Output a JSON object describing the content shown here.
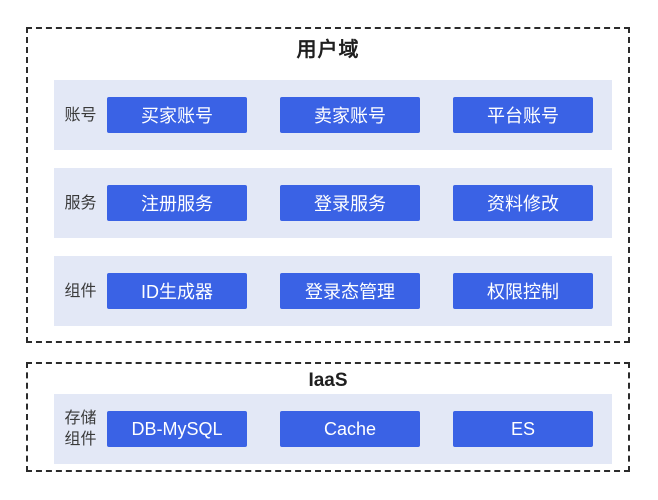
{
  "colors": {
    "page_bg": "#FFFFFF",
    "node_blue": "#3A62E5",
    "node_text": "#FFFFFF",
    "row_bg": "#E3E8F6",
    "border_dark": "#2B2B2B",
    "label_text": "#3A3A3A",
    "title_text": "#1F1F1F"
  },
  "user_domain": {
    "title": "用户域",
    "rows": [
      {
        "label": "账号",
        "items": [
          "买家账号",
          "卖家账号",
          "平台账号"
        ]
      },
      {
        "label": "服务",
        "items": [
          "注册服务",
          "登录服务",
          "资料修改"
        ]
      },
      {
        "label": "组件",
        "items": [
          "ID生成器",
          "登录态管理",
          "权限控制"
        ]
      }
    ]
  },
  "iaas_domain": {
    "title": "IaaS",
    "rows": [
      {
        "label": "存储组件",
        "items": [
          "DB-MySQL",
          "Cache",
          "ES"
        ]
      }
    ]
  }
}
